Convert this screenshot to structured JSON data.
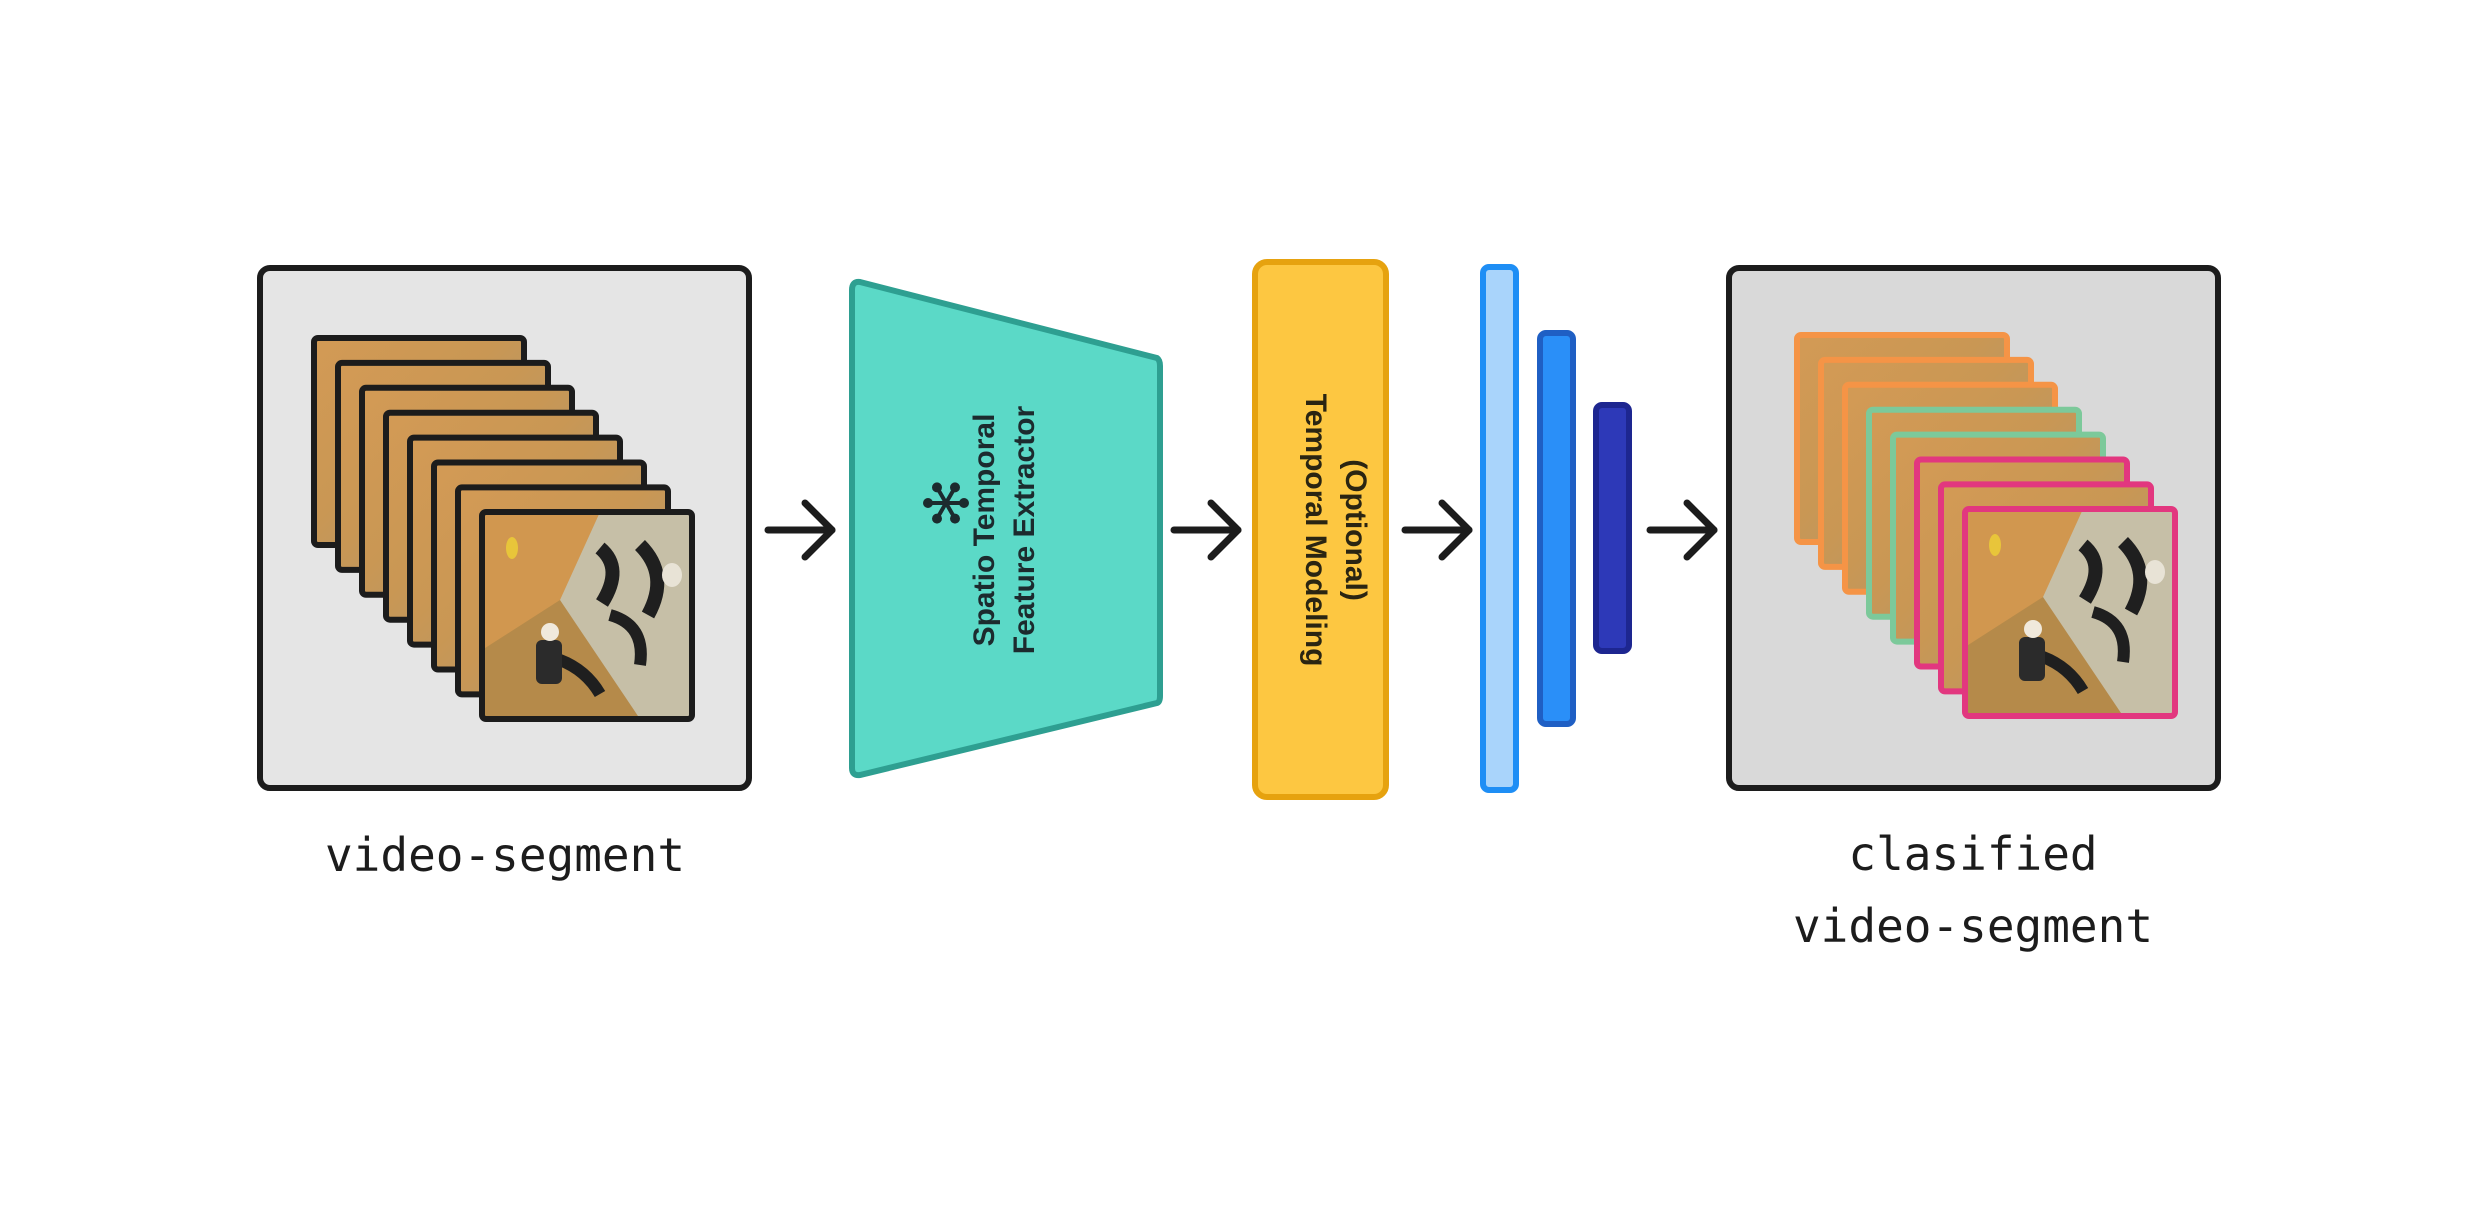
{
  "input": {
    "caption": "video-segment",
    "frame_count": 8,
    "frame_border_color": "#1c1c1c"
  },
  "extractor": {
    "line1": "Spatio Temporal",
    "line2": "Feature Extractor",
    "frozen_icon": "snowflake-icon",
    "color": "#5bd9c7"
  },
  "temporal": {
    "line1": "(Optional)",
    "line2": "Temporal Modeling",
    "color": "#fdc741"
  },
  "classifier": {
    "layer_colors": [
      "#a9d4fb",
      "#2a8ff8",
      "#2d39b8"
    ]
  },
  "output": {
    "caption_line1": "clasified",
    "caption_line2": "video-segment",
    "frame_colors": [
      "#f59446",
      "#f59446",
      "#f59446",
      "#7cc99a",
      "#7cc99a",
      "#e2377f",
      "#e2377f",
      "#e2377f"
    ]
  },
  "arrows": {
    "icon": "arrow-right-icon",
    "count": 4
  }
}
